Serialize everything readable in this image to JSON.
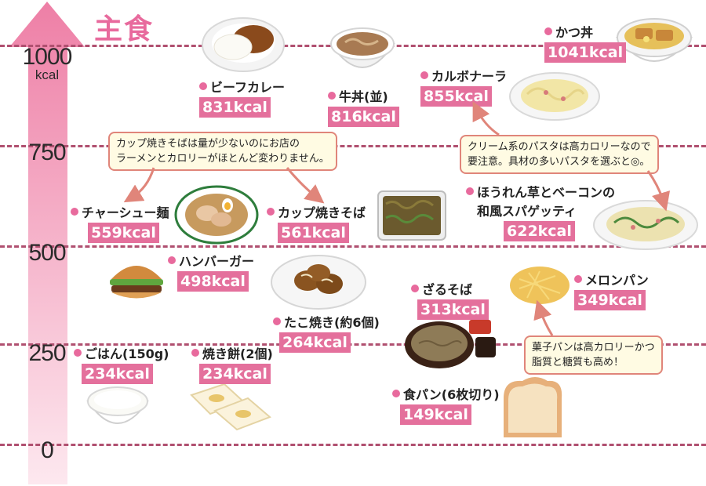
{
  "title": "主食",
  "axis": {
    "ticks": [
      "1000",
      "750",
      "500",
      "250",
      "0"
    ],
    "unit": "kcal"
  },
  "foods": {
    "katsudon": {
      "name": "かつ丼",
      "kcal": "1041kcal"
    },
    "beef_curry": {
      "name": "ビーフカレー",
      "kcal": "831kcal"
    },
    "gyudon": {
      "name": "牛丼(並)",
      "kcal": "816kcal"
    },
    "carbonara": {
      "name": "カルボナーラ",
      "kcal": "855kcal"
    },
    "chashu_men": {
      "name": "チャーシュー麺",
      "kcal": "559kcal"
    },
    "cup_yakisoba": {
      "name": "カップ焼きそば",
      "kcal": "561kcal"
    },
    "spaghetti": {
      "name_line1": "ほうれん草とベーコンの",
      "name_line2": "和風スパゲッティ",
      "kcal": "622kcal"
    },
    "hamburger": {
      "name": "ハンバーガー",
      "kcal": "498kcal"
    },
    "zarusoba": {
      "name": "ざるそば",
      "kcal": "313kcal"
    },
    "melonpan": {
      "name": "メロンパン",
      "kcal": "349kcal"
    },
    "takoyaki": {
      "name": "たこ焼き(約6個)",
      "kcal": "264kcal"
    },
    "gohan": {
      "name": "ごはん(150g)",
      "kcal": "234kcal"
    },
    "yakimochi": {
      "name": "焼き餅(2個)",
      "kcal": "234kcal"
    },
    "shokupan": {
      "name": "食パン(6枚切り)",
      "kcal": "149kcal"
    }
  },
  "notes": {
    "cup_note": {
      "line1": "カップ焼きそばは量が少ないのにお店の",
      "line2": "ラーメンとカロリーがほとんど変わりません。"
    },
    "pasta_note": {
      "line1": "クリーム系のパスタは高カロリーなので",
      "line2": "要注意。具材の多いパスタを選ぶと◎。"
    },
    "bread_note": {
      "line1": "菓子パンは高カロリーかつ",
      "line2": "脂質と糖質も高め！"
    }
  },
  "colors": {
    "accent": "#e86a9d",
    "badge": "#e4709c",
    "gridline": "#b05070",
    "note_border": "#e0857a",
    "note_bg": "#fffbe3"
  }
}
